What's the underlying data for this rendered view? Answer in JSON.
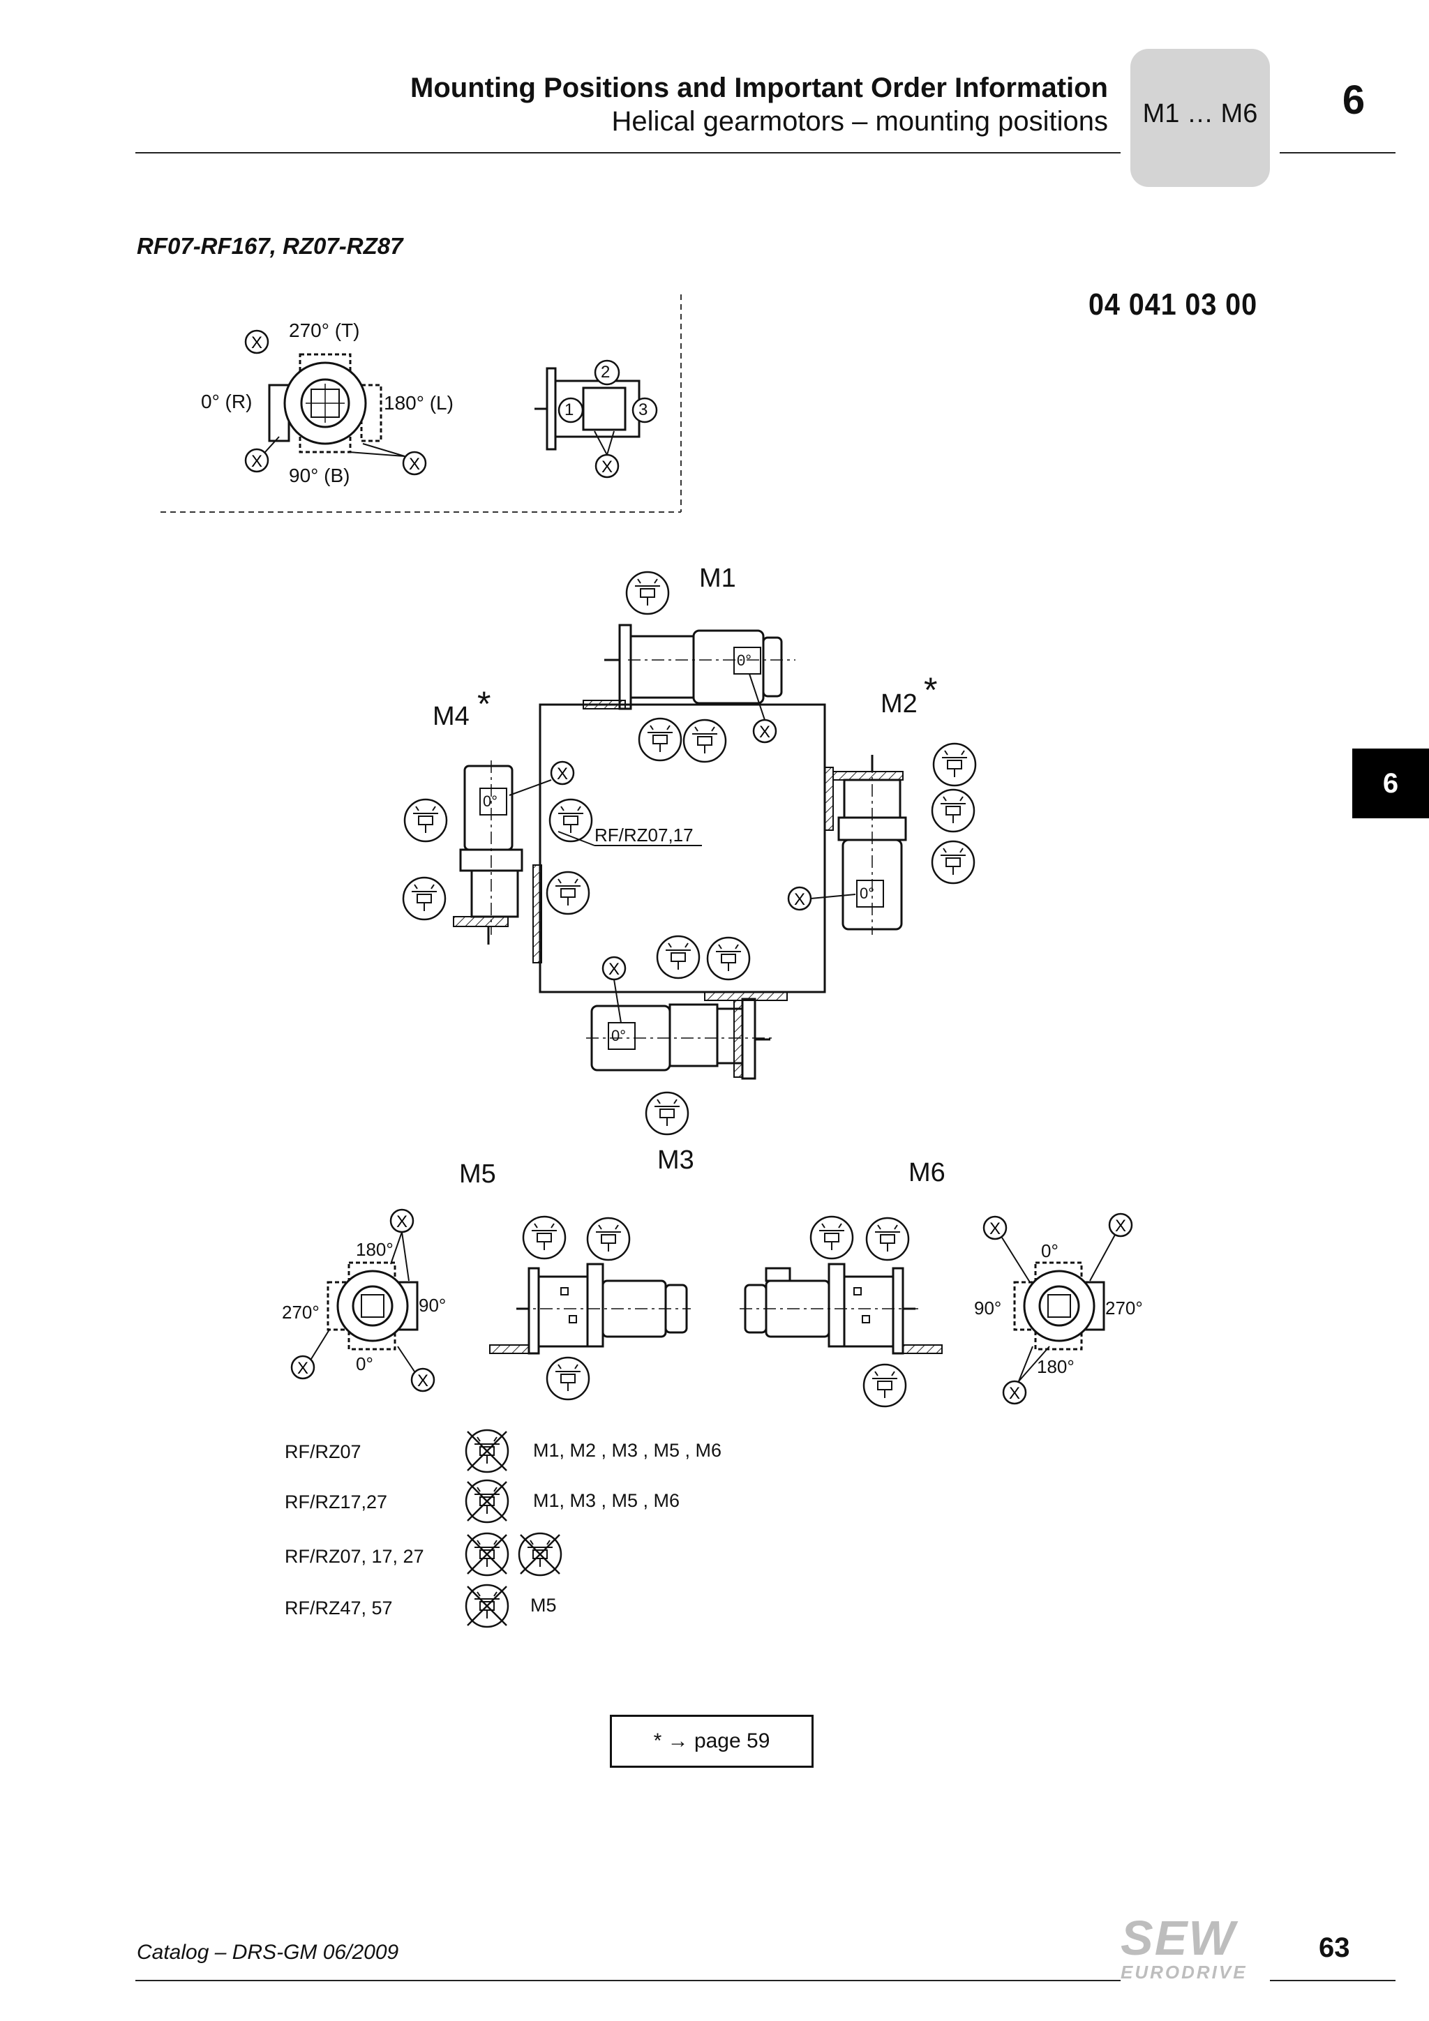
{
  "header": {
    "title": "Mounting Positions and Important Order Information",
    "subtitle": "Helical gearmotors – mounting positions",
    "tab_label": "M1 … M6",
    "chapter": "6"
  },
  "section_title": "RF07-RF167, RZ07-RZ87",
  "drawing_code": "04 041 03 00",
  "side_tab": "6",
  "terminal_box_positions": {
    "top": "270° (T)",
    "left": "0° (R)",
    "right": "180° (L)",
    "bottom": "90° (B)",
    "marker": "X",
    "cable_entries": [
      "1",
      "2",
      "3"
    ]
  },
  "mounting_positions": {
    "m1": "M1",
    "m2": "M2",
    "m3": "M3",
    "m4": "M4",
    "m5": "M5",
    "m6": "M6",
    "asterisk": "*",
    "zero": "0°",
    "rf_label": "RF/RZ07,17"
  },
  "m5_angles": {
    "top": "180°",
    "left": "270°",
    "right": "90°",
    "bottom": "0°"
  },
  "m6_angles": {
    "top": "0°",
    "left": "90°",
    "right": "270°",
    "bottom": "180°"
  },
  "restrictions": [
    {
      "model": "RF/RZ07",
      "positions": "M1, M2 , M3 , M5 , M6"
    },
    {
      "model": "RF/RZ17,27",
      "positions": "M1, M3 , M5 , M6"
    },
    {
      "model": "RF/RZ07, 17, 27",
      "positions": ""
    },
    {
      "model": "RF/RZ47, 57",
      "positions": "M5"
    }
  ],
  "note": "* → page 59",
  "footer": {
    "catalog": "Catalog – DRS-GM 06/2009",
    "page_number": "63",
    "logo_main": "SEW",
    "logo_sub": "EURODRIVE"
  }
}
